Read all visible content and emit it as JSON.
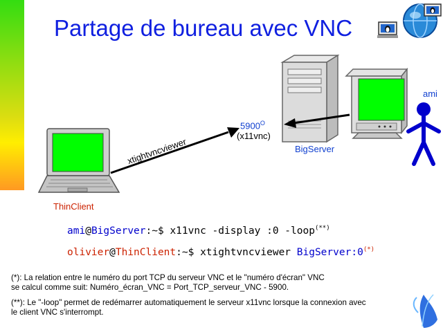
{
  "slide": {
    "title": "Partage de bureau avec VNC"
  },
  "diagram": {
    "port_label": "5900",
    "port_superscript": "O",
    "server_process": "(x11vnc)",
    "server_name": "BigServer",
    "client_name": "ThinClient",
    "user_name": "ami",
    "viewer_label": "xtightvncviewer",
    "colors": {
      "screen": "#00ff00",
      "label_blue": "#1040d0",
      "label_red": "#cc2200",
      "title_blue": "#1020e0",
      "user_blue": "#0000cc"
    }
  },
  "commands": {
    "cmd1": {
      "user": "ami",
      "at": "@",
      "host": "BigServer",
      "prompt": ":~$ ",
      "text": "x11vnc -display :0 -loop",
      "sup": "(**)"
    },
    "cmd2": {
      "user": "olivier",
      "at": "@",
      "host": "ThinClient",
      "prompt": ":~$ ",
      "text": "xtightvncviewer ",
      "target_host": "BigServer",
      "target_display": ":0",
      "sup": "(*)"
    }
  },
  "notes": {
    "note1_line1": "(*): La relation entre le numéro du port TCP du serveur VNC et le \"numéro d'écran\" VNC",
    "note1_line2": "se calcul comme suit: Numéro_écran_VNC = Port_TCP_serveur_VNC - 5900.",
    "note2_line1": "(**): Le \"-loop\" permet de redémarrer automatiquement le serveur x11vnc lorsque la connexion avec",
    "note2_line2": "le client VNC s'interrompt."
  }
}
